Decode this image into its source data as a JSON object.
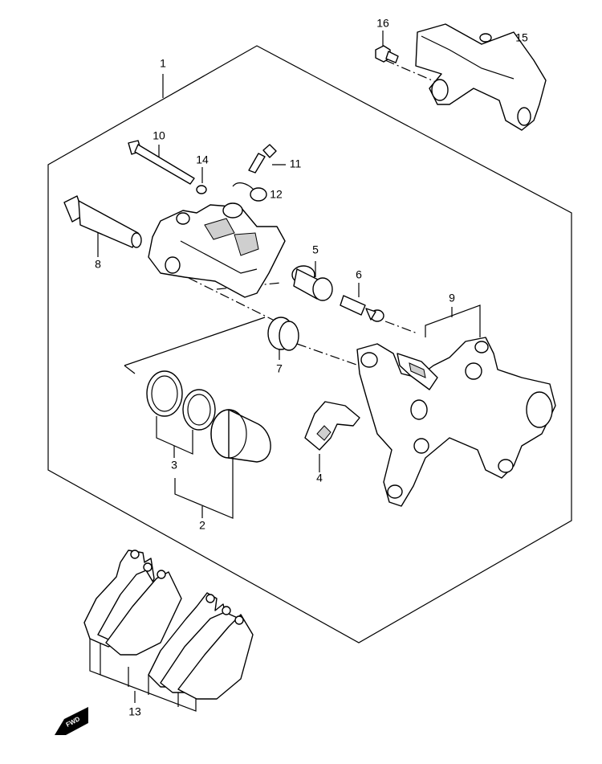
{
  "parts": [
    {
      "id": "1",
      "label": "1"
    },
    {
      "id": "2",
      "label": "2"
    },
    {
      "id": "3",
      "label": "3"
    },
    {
      "id": "4",
      "label": "4"
    },
    {
      "id": "5",
      "label": "5"
    },
    {
      "id": "6",
      "label": "6"
    },
    {
      "id": "7",
      "label": "7"
    },
    {
      "id": "8",
      "label": "8"
    },
    {
      "id": "9",
      "label": "9"
    },
    {
      "id": "10",
      "label": "10"
    },
    {
      "id": "11",
      "label": "11"
    },
    {
      "id": "12",
      "label": "12"
    },
    {
      "id": "13",
      "label": "13"
    },
    {
      "id": "14",
      "label": "14"
    },
    {
      "id": "15",
      "label": "15"
    },
    {
      "id": "16",
      "label": "16"
    }
  ],
  "fwd_badge": {
    "label": "FWD"
  }
}
